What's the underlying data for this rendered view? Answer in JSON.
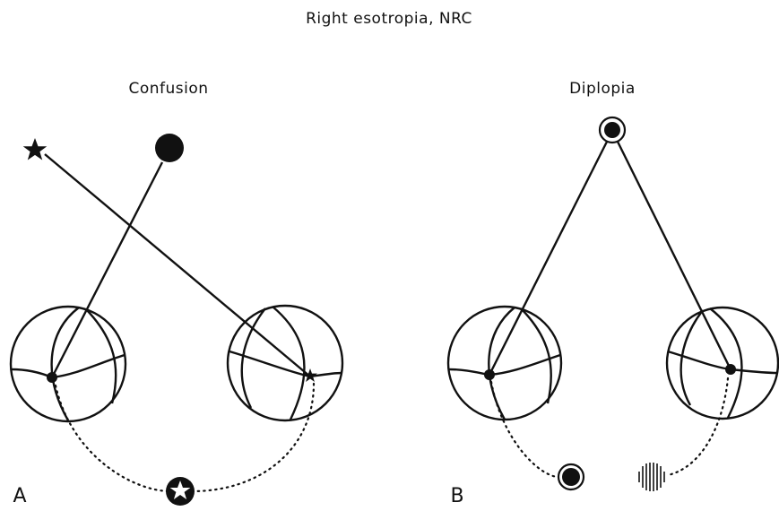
{
  "title": "Right esotropia, NRC",
  "panels": [
    {
      "letter": "A",
      "heading": "Confusion"
    },
    {
      "letter": "B",
      "heading": "Diplopia"
    }
  ],
  "colors": {
    "ink": "#111111",
    "background": "#ffffff"
  }
}
